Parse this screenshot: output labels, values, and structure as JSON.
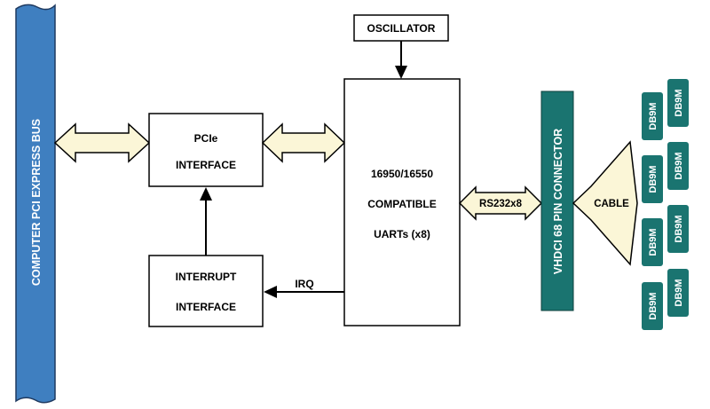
{
  "bus": {
    "label": "COMPUTER  PCI EXPRESS BUS",
    "color": "#3f7fc0"
  },
  "pcie_interface": {
    "line1": "PCIe",
    "line2": "INTERFACE"
  },
  "interrupt_interface": {
    "line1": "INTERRUPT",
    "line2": "INTERFACE"
  },
  "oscillator": {
    "label": "OSCILLATOR"
  },
  "uart": {
    "line1": "16950/16550",
    "line2": "COMPATIBLE",
    "line3": "UARTs (x8)"
  },
  "irq": {
    "label": "IRQ"
  },
  "rs232": {
    "label": "RS232x8"
  },
  "connector": {
    "label": "VHDCI 68 PIN CONNECTOR",
    "color": "#1a7470"
  },
  "cable": {
    "label": "CABLE"
  },
  "db9_ports": [
    {
      "label": "DB9M"
    },
    {
      "label": "DB9M"
    },
    {
      "label": "DB9M"
    },
    {
      "label": "DB9M"
    },
    {
      "label": "DB9M"
    },
    {
      "label": "DB9M"
    },
    {
      "label": "DB9M"
    },
    {
      "label": "DB9M"
    }
  ],
  "arrow_fill": "#fbf6d7"
}
